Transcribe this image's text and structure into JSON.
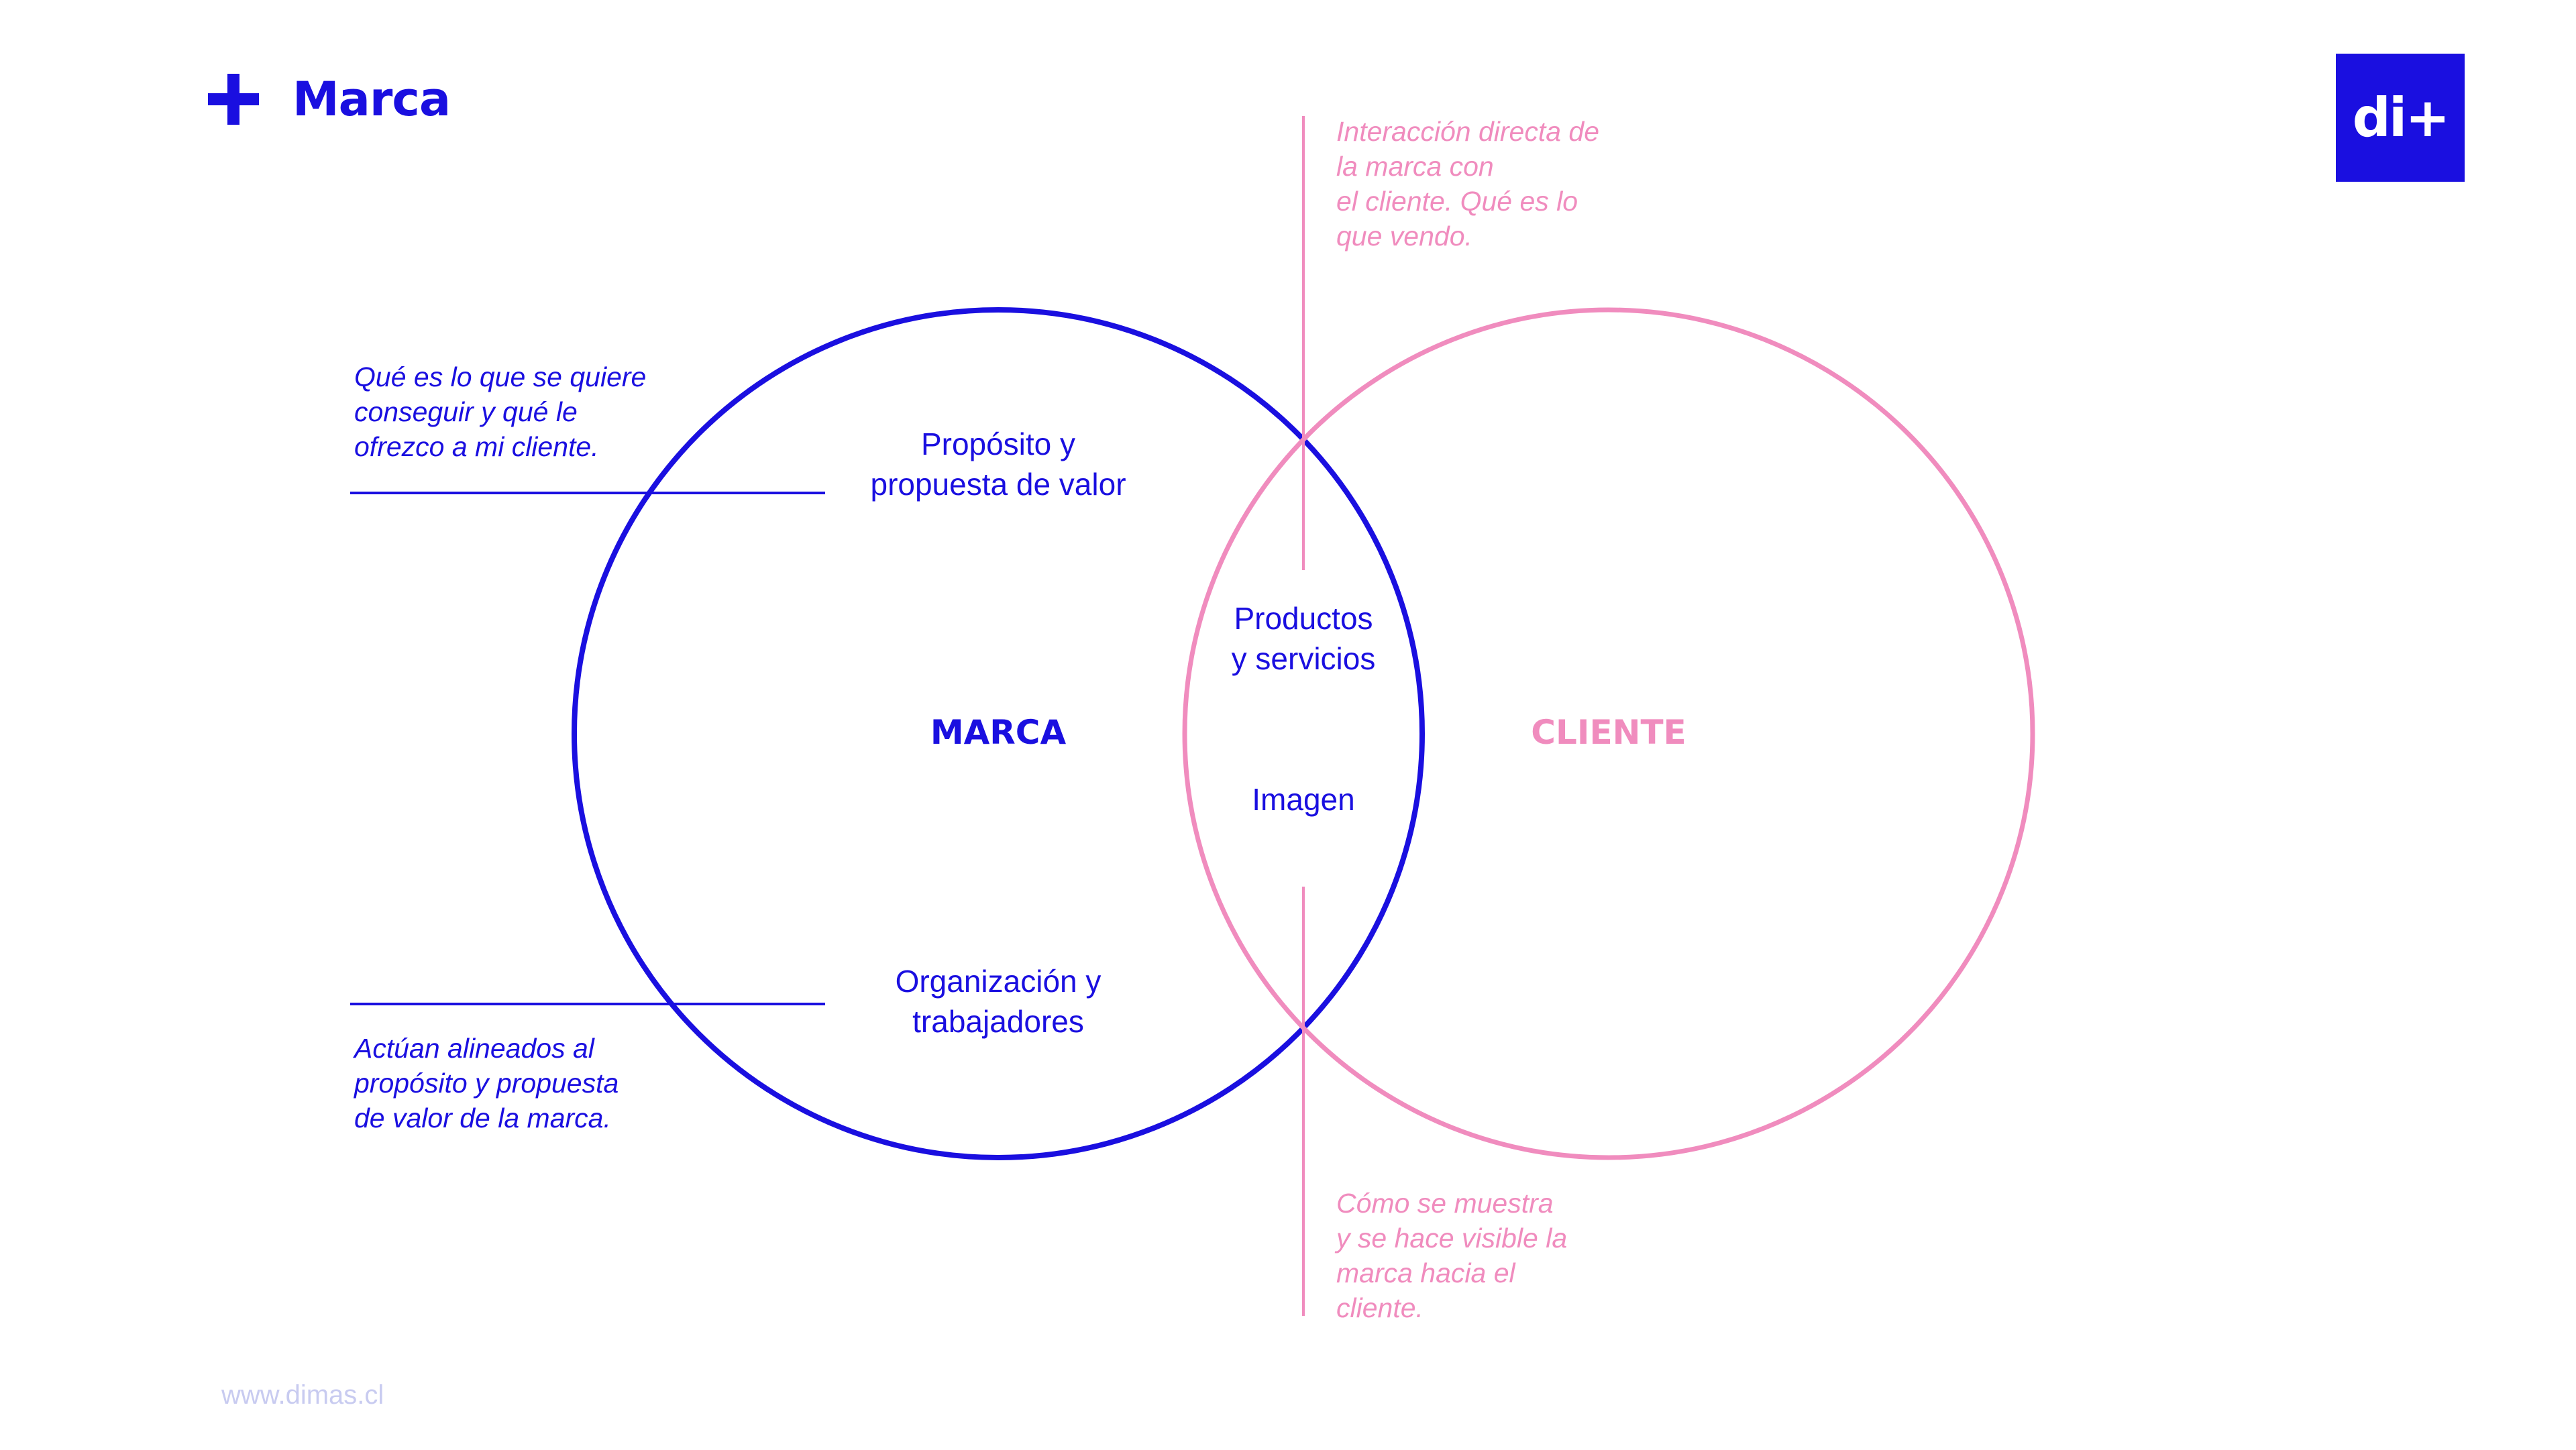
{
  "header": {
    "title": "Marca",
    "logo_text": "di+"
  },
  "colors": {
    "brand": "#1A0FE0",
    "client": "#F08CBE"
  },
  "diagram": {
    "brand_circle_label": "MARCA",
    "client_circle_label": "CLIENTE",
    "brand_top_label": "Propósito y\npropuesta de valor",
    "brand_bottom_label": "Organización y\ntrabajadores",
    "overlap_top_label": "Productos\ny servicios",
    "overlap_bottom_label": "Imagen"
  },
  "notes": {
    "left_top": "Qué es lo que se quiere\nconseguir y qué le\nofrezco a mi cliente.",
    "left_bottom": "Actúan alineados al\npropósito y propuesta\nde valor de la marca.",
    "right_top": "Interacción directa de\nla marca con\nel cliente. Qué es lo\nque vendo.",
    "right_bottom": "Cómo se muestra\ny se hace visible la\nmarca hacia el\ncliente."
  },
  "footer": {
    "url": "www.dimas.cl"
  }
}
